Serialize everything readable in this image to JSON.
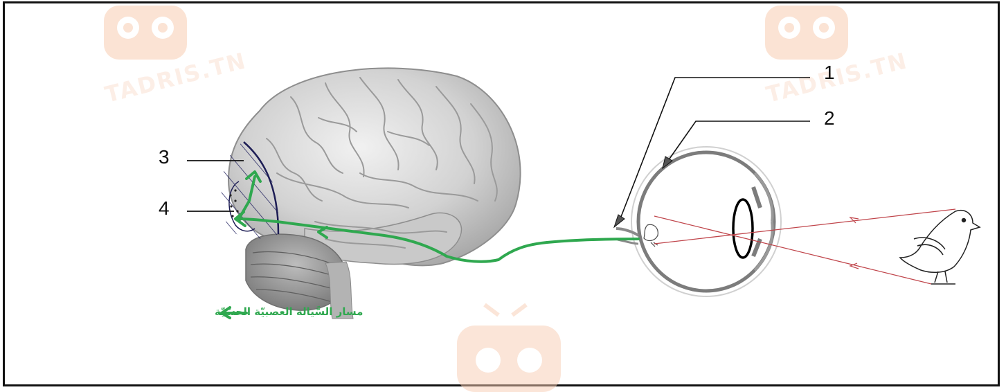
{
  "labels": {
    "label_1": "1",
    "label_2": "2",
    "label_3": "3",
    "label_4": "4"
  },
  "legend": {
    "text": "مسار السَّيالة العصبيّة الحسّيّة",
    "color": "#2fa84f"
  },
  "watermark": {
    "text": "TADRIS.TN",
    "color": "#f5c8ad"
  },
  "icons": [
    "brain-illustration",
    "eye-illustration",
    "bird-illustration",
    "watermark-robot-logo"
  ]
}
